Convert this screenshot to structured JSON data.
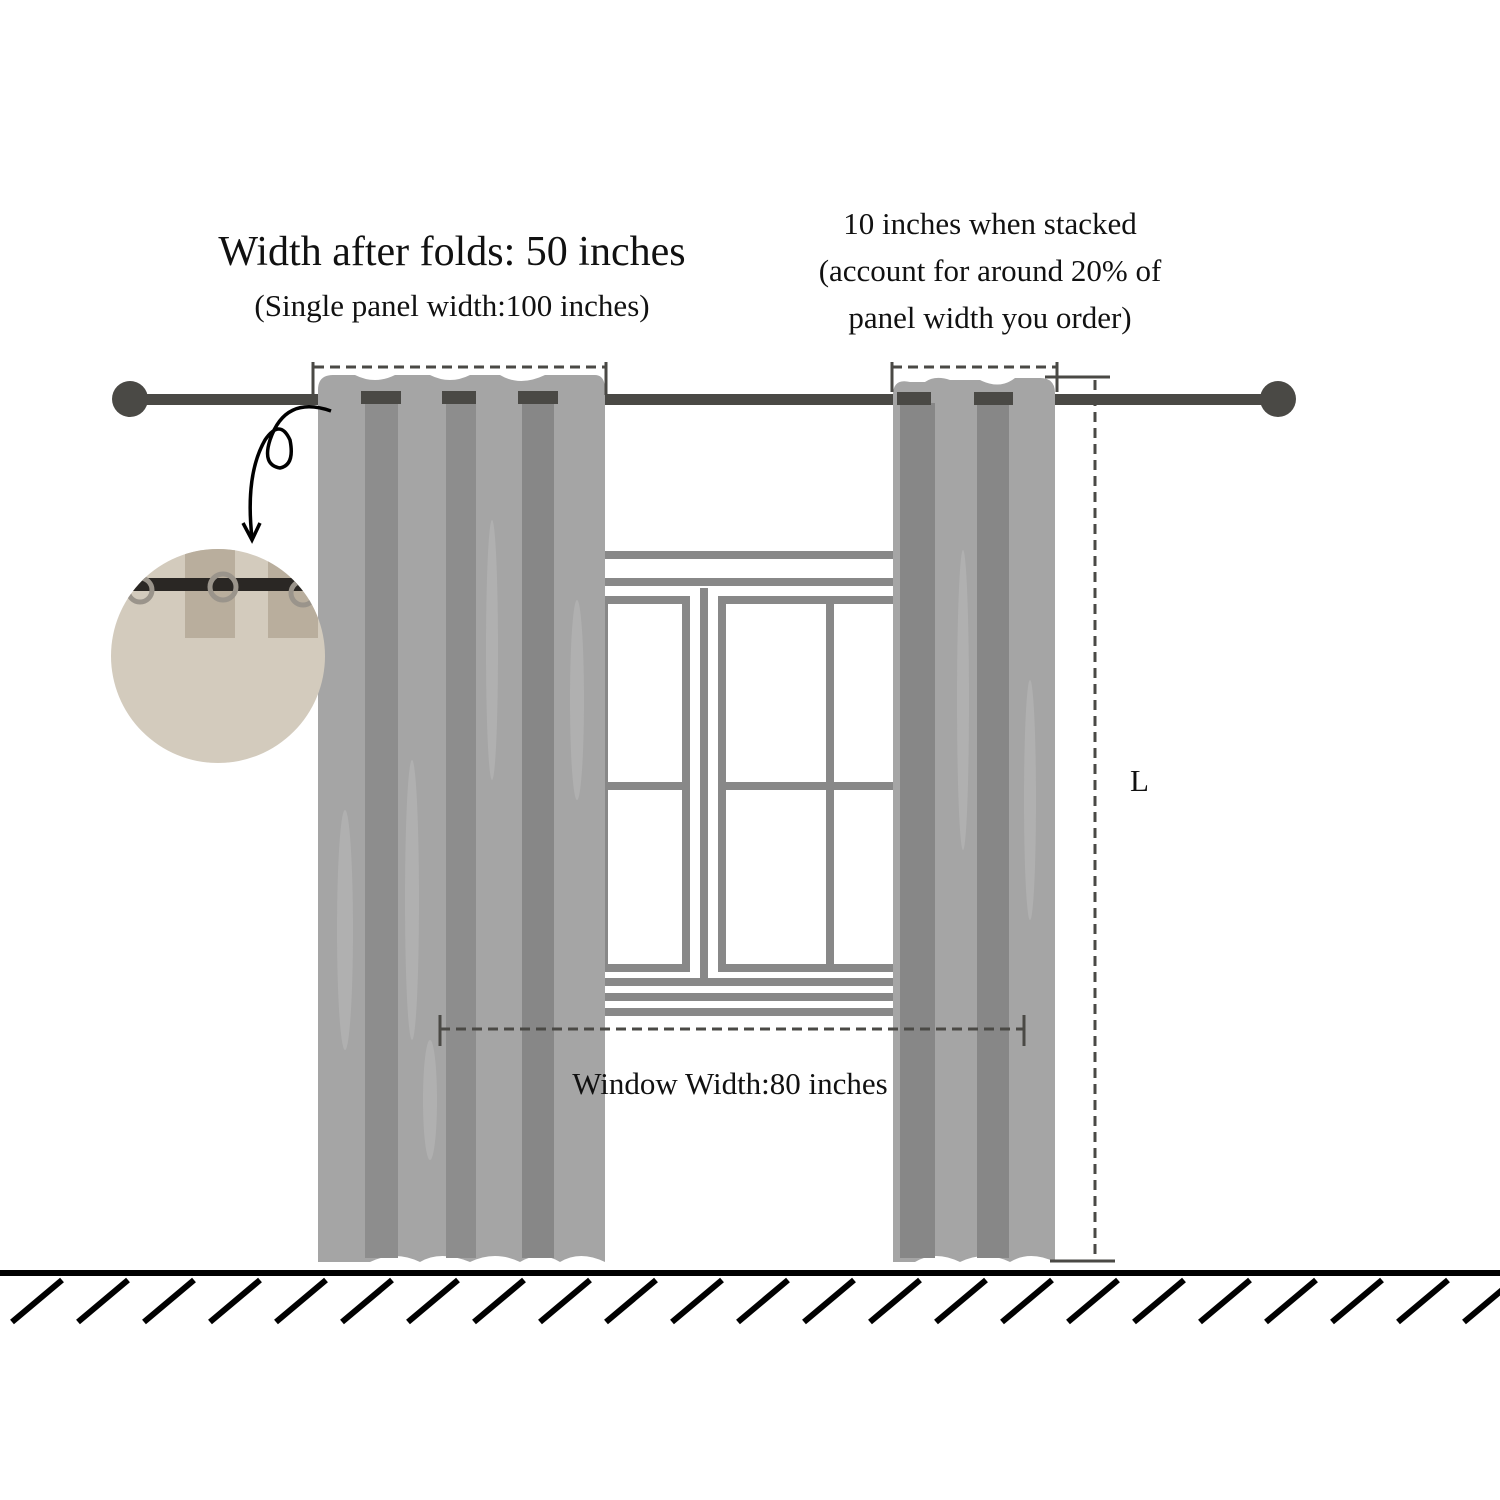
{
  "labels": {
    "width_after_folds": "Width after folds: 50 inches",
    "single_panel_width": "(Single panel width:100 inches)",
    "stacked_line1": "10 inches when stacked",
    "stacked_line2": "(account for around 20% of",
    "stacked_line3": "panel width you order)",
    "window_width": "Window Width:80 inches",
    "length": "L"
  },
  "colors": {
    "rod": "#4a4945",
    "curtain_light": "#a5a5a5",
    "curtain_dark": "#878787",
    "window_frame": "#888888",
    "floor": "#000000"
  }
}
